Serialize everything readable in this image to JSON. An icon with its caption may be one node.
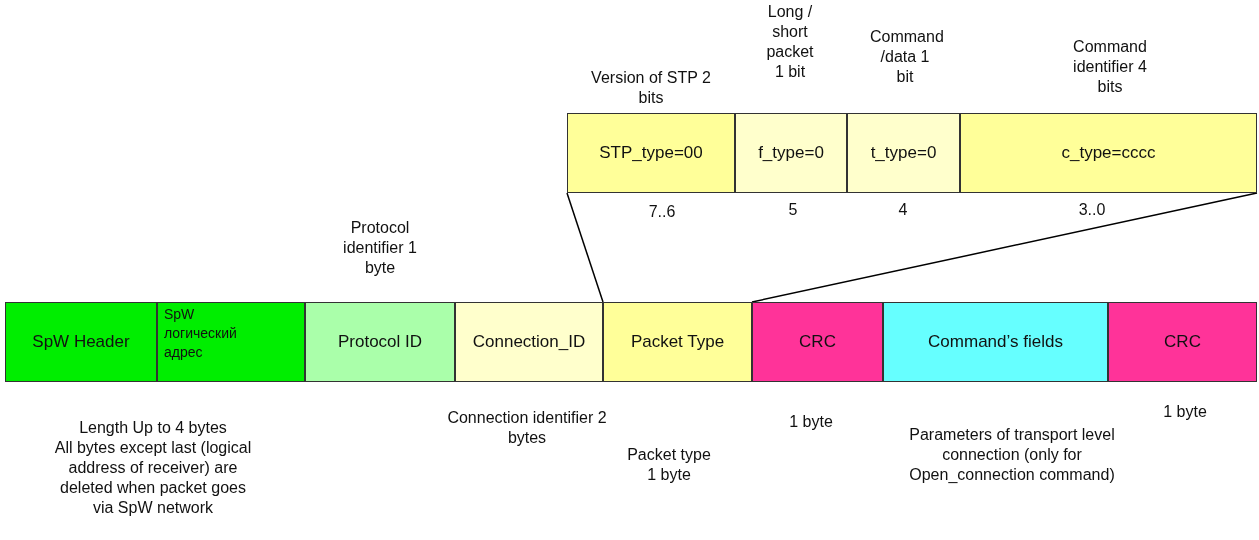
{
  "diagram": {
    "nodes": [
      {
        "text": [
          "SpW Header"
        ]
      },
      {
        "text": [
          "SpW логический адрес"
        ]
      },
      {
        "text": [
          "Protocol ID"
        ]
      },
      {
        "text": [
          "Connection_ID"
        ]
      },
      {
        "text": [
          "Packet Type"
        ]
      },
      {
        "text": [
          "CRC"
        ]
      },
      {
        "text": [
          "Command’s fields"
        ]
      },
      {
        "text": [
          "CRC"
        ]
      },
      {
        "text": [
          "STP_type=00"
        ]
      },
      {
        "text": [
          "f_type=0"
        ]
      },
      {
        "text": [
          "t_type=0"
        ]
      },
      {
        "text": [
          "c_type=cccc"
        ]
      }
    ],
    "edges": [
      {
        "from": 4,
        "to": 8,
        "arrow": "none"
      },
      {
        "from": 4,
        "to": 11,
        "arrow": "none"
      }
    ],
    "labels": [
      "Version of STP 2 bits",
      "Long / short packet 1 bit",
      "Command /data 1 bit",
      "Command identifier 4 bits",
      "7..6",
      "5",
      "4",
      "3..0",
      "Protocol identifier 1 byte",
      "Length Up to 4 bytes",
      "All bytes except last (logical address of receiver) are deleted when packet goes via SpW network",
      "Connection identifier 2 bytes",
      "Packet type 1 byte",
      "1 byte",
      "Parameters of transport level connection (only for Open_connection command)",
      "1 byte"
    ]
  }
}
